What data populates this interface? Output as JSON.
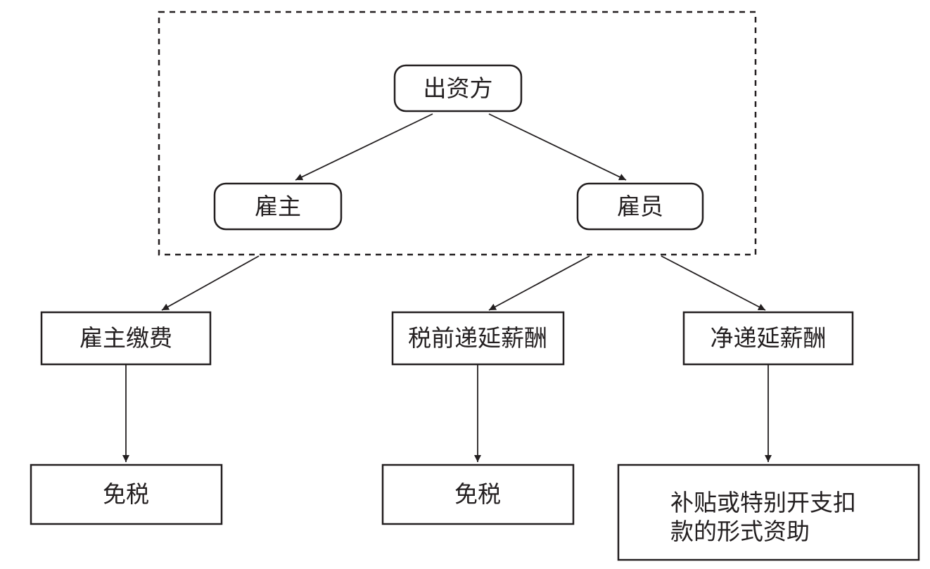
{
  "diagram": {
    "nodes": {
      "funder": "出资方",
      "employer": "雇主",
      "employee": "雇员",
      "employer_contribution": "雇主缴费",
      "pretax_deferred": "税前递延薪酬",
      "net_deferred": "净递延薪酬",
      "tax_exempt_1": "免税",
      "tax_exempt_2": "免税",
      "subsidy_line1": "补贴或特别开支扣",
      "subsidy_line2": "款的形式资助"
    },
    "edges": [
      [
        "funder",
        "employer"
      ],
      [
        "funder",
        "employee"
      ],
      [
        "employer",
        "employer_contribution"
      ],
      [
        "employee",
        "pretax_deferred"
      ],
      [
        "employee",
        "net_deferred"
      ],
      [
        "employer_contribution",
        "tax_exempt_1"
      ],
      [
        "pretax_deferred",
        "tax_exempt_2"
      ],
      [
        "net_deferred",
        "subsidy"
      ]
    ]
  }
}
